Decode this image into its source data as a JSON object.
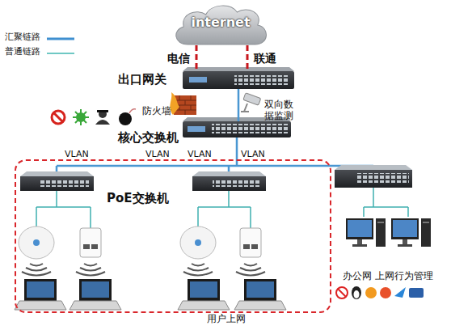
{
  "diagram": {
    "nodes": [
      {
        "text": [
          "internet"
        ]
      },
      {
        "text": [
          "出口网关"
        ]
      },
      {
        "text": [
          "核心交换机"
        ]
      },
      {
        "text": [
          "PoE交换机",
          "用户上网"
        ]
      }
    ],
    "edges": [
      {
        "from": 0,
        "to": 1,
        "arrow": "none",
        "label": "电信"
      },
      {
        "from": 0,
        "to": 1,
        "arrow": "none",
        "label": "联通"
      },
      {
        "from": 1,
        "to": 2,
        "arrow": "none"
      }
    ],
    "labels": [
      "防火墙",
      "双向数据监测",
      "VLAN",
      "VLAN",
      "VLAN",
      "VLAN",
      "办公网",
      "上网行为管理"
    ],
    "legend": [
      {
        "text": "汇聚链路"
      },
      {
        "text": "普通链路"
      }
    ]
  }
}
